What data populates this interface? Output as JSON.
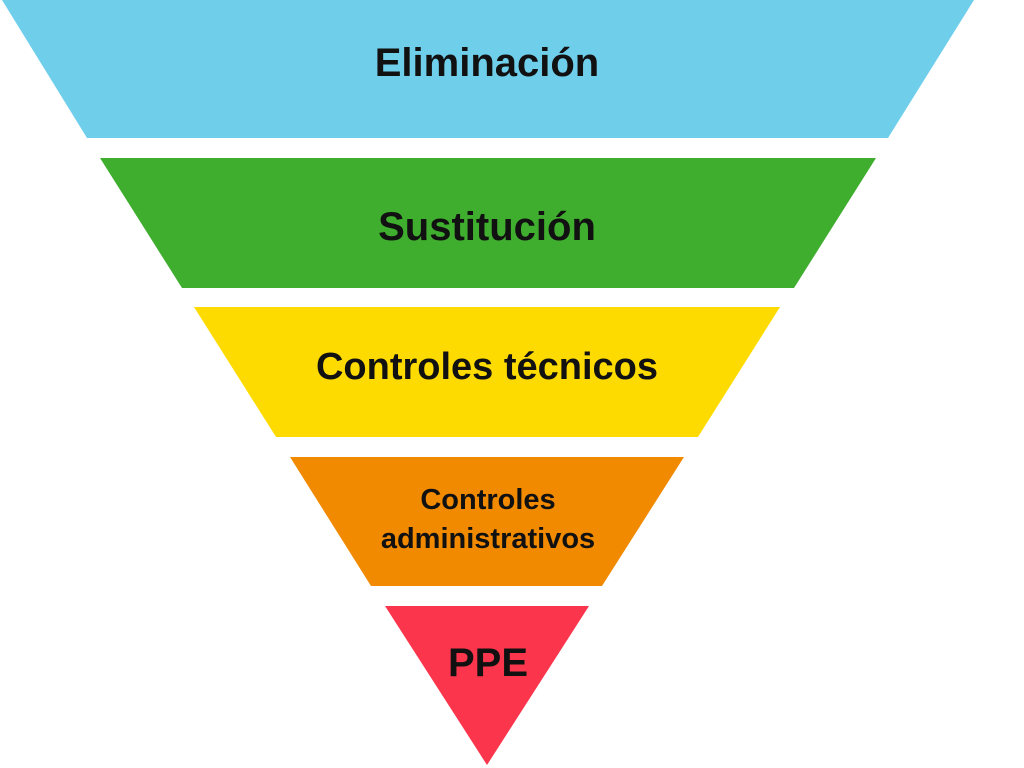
{
  "diagram": {
    "levels": [
      {
        "label": "Eliminación",
        "color": "#6fcfeb"
      },
      {
        "label": "Sustitución",
        "color": "#3fae2e"
      },
      {
        "label": "Controles técnicos",
        "color": "#fedb00"
      },
      {
        "label_line1": "Controles",
        "label_line2": "administrativos",
        "color": "#f28a00"
      },
      {
        "label": "PPE",
        "color": "#fb364c"
      }
    ]
  }
}
